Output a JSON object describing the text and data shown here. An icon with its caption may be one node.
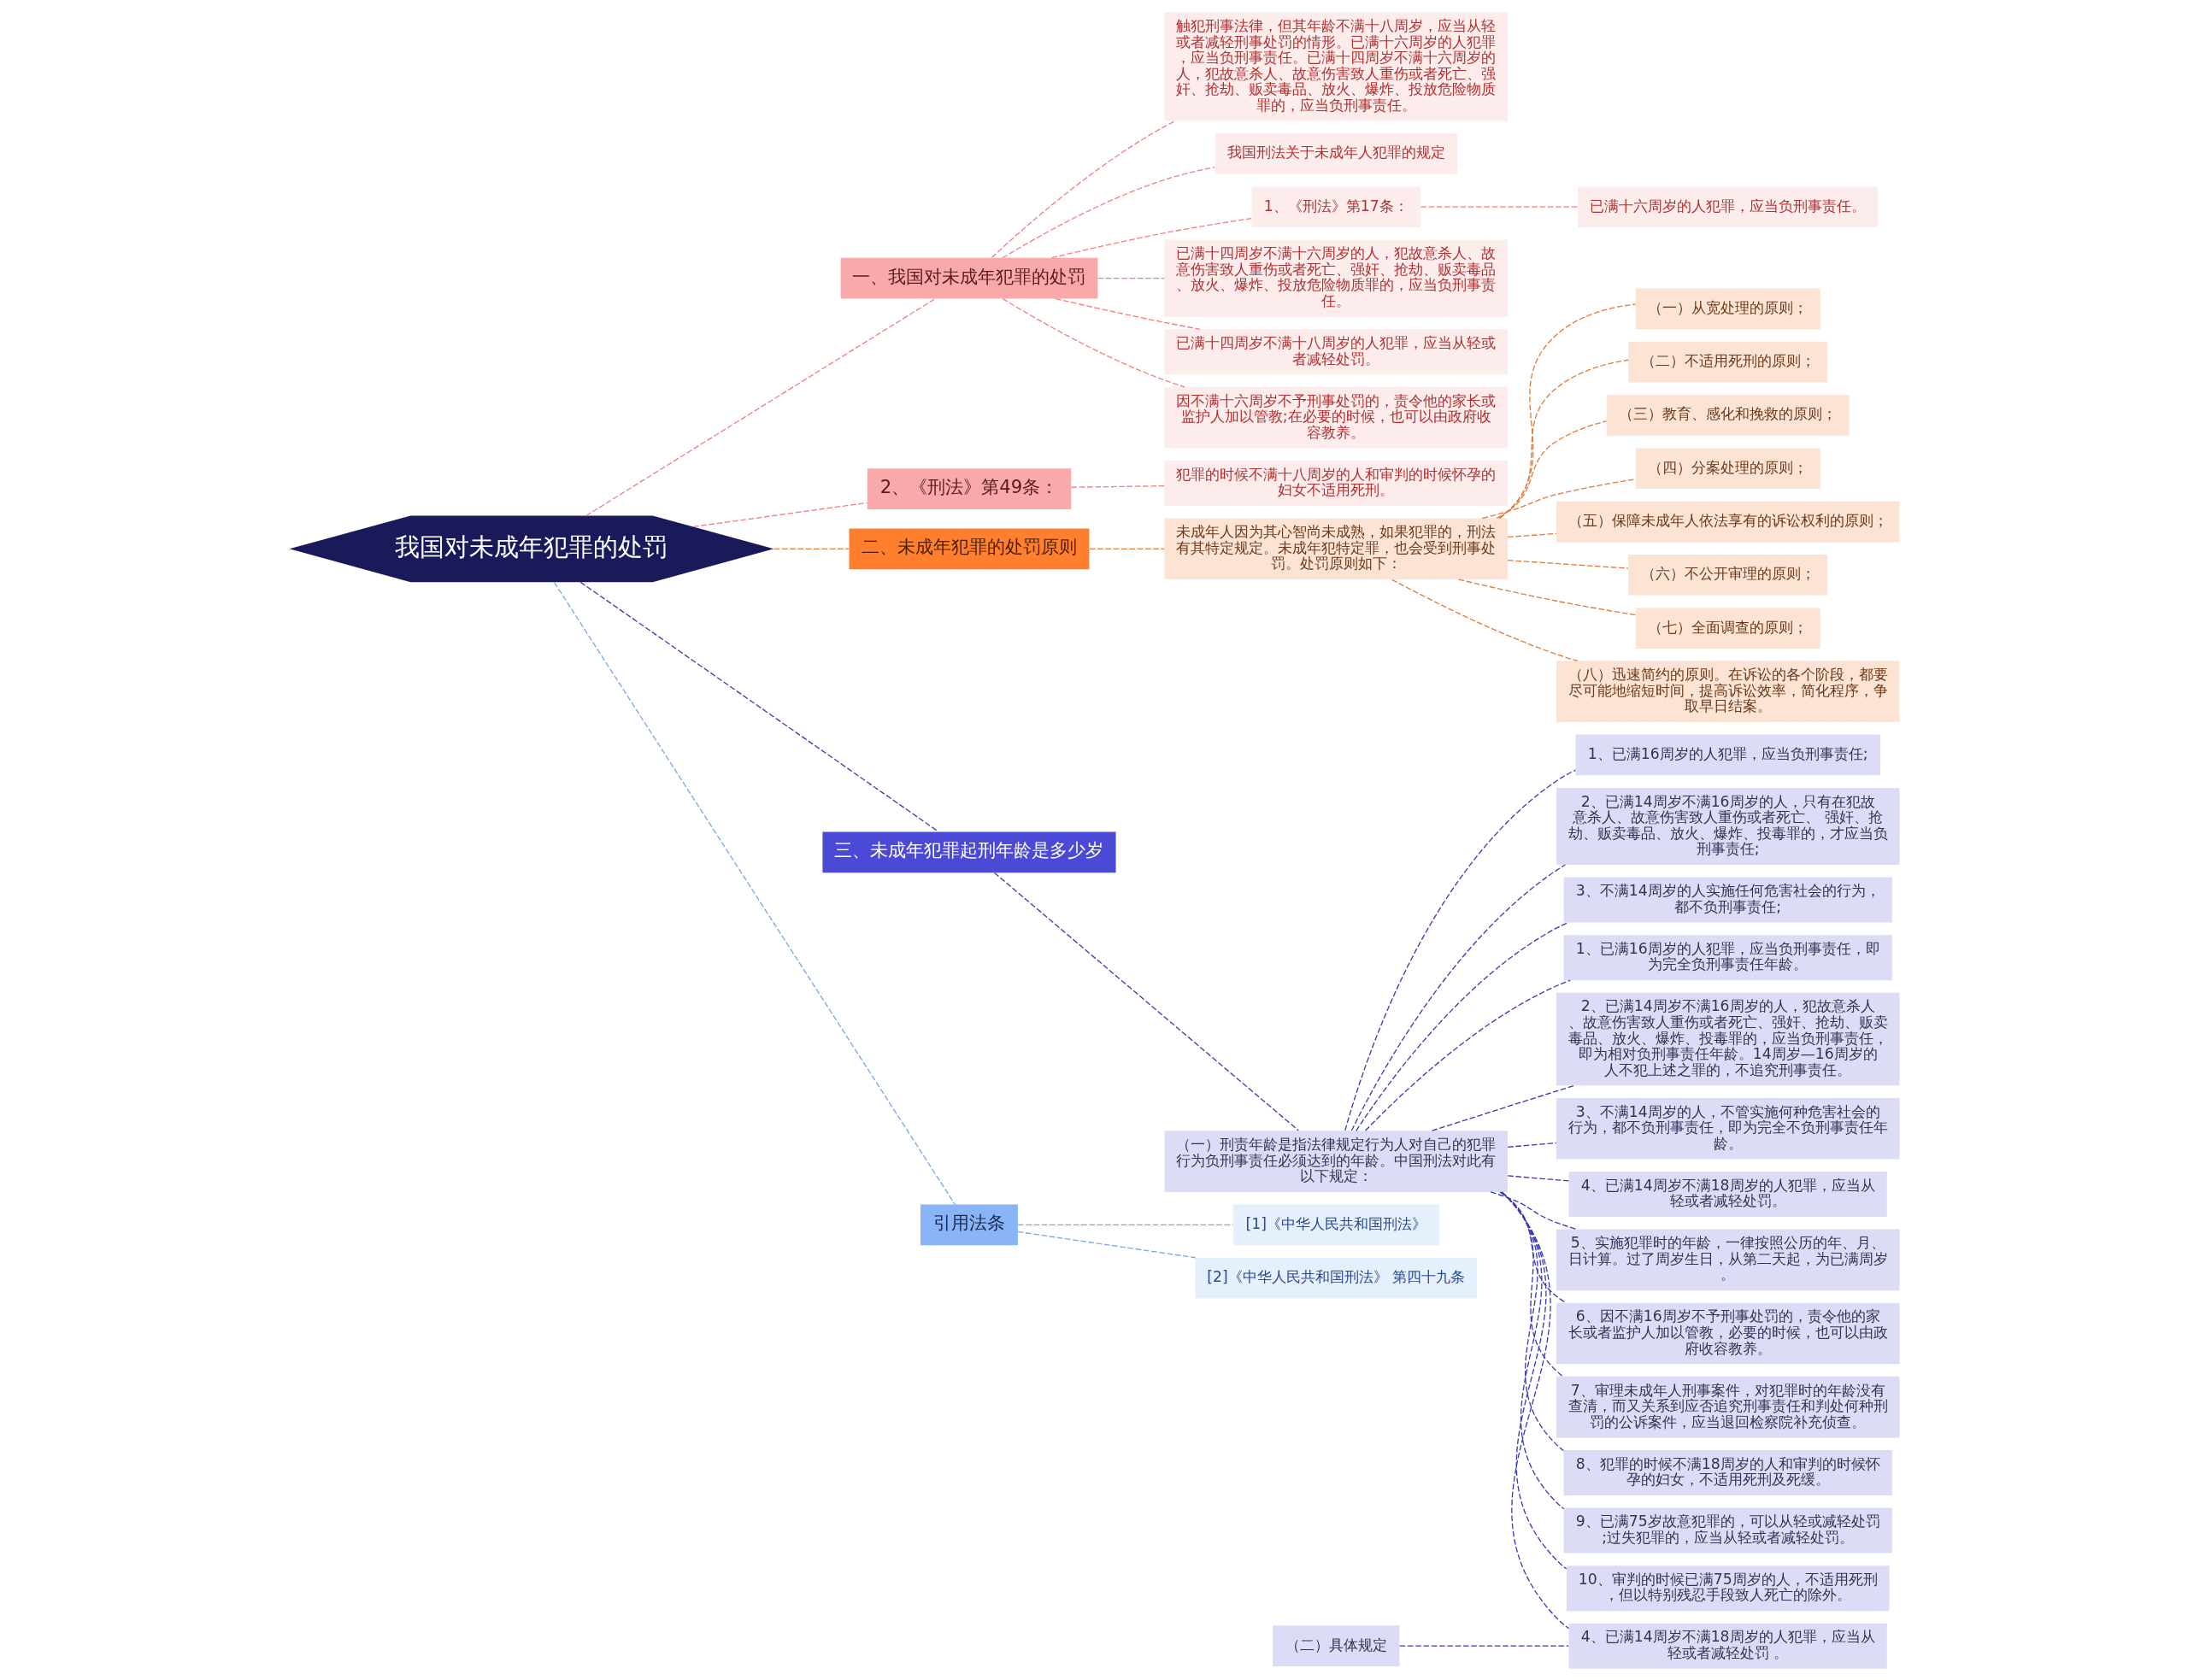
{
  "diagram": {
    "nodes": [
      {
        "text": [
          "我国对未成年犯罪的处罚"
        ]
      },
      {
        "text": [
          "一、我国对未成年犯罪的处罚"
        ]
      },
      {
        "text": [
          "触犯刑事法律，但其年龄不满十八周岁，应当从轻或者减轻刑事处罚的情形。已满十六周岁的人犯罪，应当负刑事责任。已满十四周岁不满十六周岁的人，犯故意杀人、故意伤害致人重伤或者死亡、强奸、抢劫、贩卖毒品、放火、爆炸、投放危险物质罪的，应当负刑事责任。"
        ]
      },
      {
        "text": [
          "我国刑法关于未成年人犯罪的规定"
        ]
      },
      {
        "text": [
          "1、《刑法》第17条："
        ]
      },
      {
        "text": [
          "已满十六周岁的人犯罪，应当负刑事责任。"
        ]
      },
      {
        "text": [
          "已满十四周岁不满十六周岁的人，犯故意杀人、故意伤害致人重伤或者死亡、强奸、抢劫、贩卖毒品、放火、爆炸、投放危险物质罪的，应当负刑事责任。"
        ]
      },
      {
        "text": [
          "已满十四周岁不满十八周岁的人犯罪，应当从轻或者减轻处罚。"
        ]
      },
      {
        "text": [
          "因不满十六周岁不予刑事处罚的，责令他的家长或监护人加以管教;在必要的时候，也可以由政府收容教养。"
        ]
      },
      {
        "text": [
          "2、《刑法》第49条："
        ]
      },
      {
        "text": [
          "犯罪的时候不满十八周岁的人和审判的时候怀孕的妇女不适用死刑。"
        ]
      },
      {
        "text": [
          "二、未成年犯罪的处罚原则"
        ]
      },
      {
        "text": [
          "未成年人因为其心智尚未成熟，如果犯罪的，刑法有其特定规定。未成年犯特定罪，也会受到刑事处罚。处罚原则如下："
        ]
      },
      {
        "text": [
          "（一）从宽处理的原则；"
        ]
      },
      {
        "text": [
          "（二）不适用死刑的原则；"
        ]
      },
      {
        "text": [
          "（三）教育、感化和挽救的原则；"
        ]
      },
      {
        "text": [
          "（四）分案处理的原则；"
        ]
      },
      {
        "text": [
          "（五）保障未成年人依法享有的诉讼权利的原则；"
        ]
      },
      {
        "text": [
          "（六）不公开审理的原则；"
        ]
      },
      {
        "text": [
          "（七）全面调查的原则；"
        ]
      },
      {
        "text": [
          "（八）迅速简约的原则。在诉讼的各个阶段，都要尽可能地缩短时间，提高诉讼效率，简化程序，争取早日结案。"
        ]
      },
      {
        "text": [
          "三、未成年犯罪起刑年龄是多少岁"
        ]
      },
      {
        "text": [
          "（一）刑责年龄是指法律规定行为人对自己的犯罪行为负刑事责任必须达到的年龄。中国刑法对此有以下规定："
        ]
      },
      {
        "text": [
          "（二）具体规定"
        ]
      },
      {
        "text": [
          "1、已满16周岁的人犯罪，应当负刑事责任;"
        ]
      },
      {
        "text": [
          "2、已满14周岁不满16周岁的人，只有在犯故意杀人、故意伤害致人重伤或者死亡、 强奸、抢劫、贩卖毒品、放火、爆炸、投毒罪的，才应当负刑事责任;"
        ]
      },
      {
        "text": [
          "3、不满14周岁的人实施任何危害社会的行为，都不负刑事责任;"
        ]
      },
      {
        "text": [
          "4、已满14周岁不满18周岁的人犯罪，应当从轻或者减轻处罚 。"
        ]
      },
      {
        "text": [
          "1、已满16周岁的人犯罪，应当负刑事责任，即为完全负刑事责任年龄。"
        ]
      },
      {
        "text": [
          "2、已满14周岁不满16周岁的人，犯故意杀人、故意伤害致人重伤或者死亡、强奸、抢劫、贩卖毒品、放火、爆炸、投毒罪的，应当负刑事责任，即为相对负刑事责任年龄。14周岁—16周岁的人不犯上述之罪的，不追究刑事责任。"
        ]
      },
      {
        "text": [
          "3、不满14周岁的人，不管实施何种危害社会的行为，都不负刑事责任，即为完全不负刑事责任年龄。"
        ]
      },
      {
        "text": [
          "4、已满14周岁不满18周岁的人犯罪，应当从轻或者减轻处罚。"
        ]
      },
      {
        "text": [
          "5、实施犯罪时的年龄，一律按照公历的年、月、日计算。过了周岁生日，从第二天起，为已满周岁。"
        ]
      },
      {
        "text": [
          "6、因不满16周岁不予刑事处罚的，责令他的家长或者监护人加以管教，必要的时候，也可以由政府收容教养。"
        ]
      },
      {
        "text": [
          "7、审理未成年人刑事案件，对犯罪时的年龄没有查清，而又关系到应否追究刑事责任和判处何种刑罚的公诉案件，应当退回检察院补充侦查。"
        ]
      },
      {
        "text": [
          "8、犯罪的时候不满18周岁的人和审判的时候怀孕的妇女，不适用死刑及死缓。"
        ]
      },
      {
        "text": [
          "9、已满75岁故意犯罪的，可以从轻或减轻处罚;过失犯罪的，应当从轻或者减轻处罚。"
        ]
      },
      {
        "text": [
          "10、审判的时候已满75周岁的人，不适用死刑，但以特别残忍手段致人死亡的除外。"
        ]
      },
      {
        "text": [
          "引用法条"
        ]
      },
      {
        "text": [
          "[1]《中华人民共和国刑法》"
        ]
      },
      {
        "text": [
          "[2]《中华人民共和国刑法》 第四十九条"
        ]
      }
    ],
    "edges": [
      {
        "from": 0,
        "to": 1,
        "arrow": "none",
        "style": "dashed",
        "color": "#f08080"
      },
      {
        "from": 1,
        "to": 2,
        "arrow": "none",
        "style": "dashed",
        "color": "#f08080"
      },
      {
        "from": 1,
        "to": 3,
        "arrow": "none",
        "style": "dashed",
        "color": "#f08080"
      },
      {
        "from": 1,
        "to": 4,
        "arrow": "none",
        "style": "dashed",
        "color": "#f08080"
      },
      {
        "from": 4,
        "to": 5,
        "arrow": "none",
        "style": "dashed",
        "color": "#f08080"
      },
      {
        "from": 1,
        "to": 6,
        "arrow": "none",
        "style": "dashed",
        "color": "#f08080"
      },
      {
        "from": 1,
        "to": 7,
        "arrow": "none",
        "style": "dashed",
        "color": "#f08080"
      },
      {
        "from": 1,
        "to": 8,
        "arrow": "none",
        "style": "dashed",
        "color": "#f08080"
      },
      {
        "from": 0,
        "to": 9,
        "arrow": "none",
        "style": "dashed",
        "color": "#f08080"
      },
      {
        "from": 9,
        "to": 10,
        "arrow": "none",
        "style": "dashed",
        "color": "#f08080"
      },
      {
        "from": 0,
        "to": 11,
        "arrow": "none",
        "style": "dashed",
        "color": "#e07b39"
      },
      {
        "from": 11,
        "to": 12,
        "arrow": "none",
        "style": "dashed",
        "color": "#e07b39"
      },
      {
        "from": 12,
        "to": 13,
        "arrow": "none",
        "style": "dashed",
        "color": "#e07b39"
      },
      {
        "from": 12,
        "to": 14,
        "arrow": "none",
        "style": "dashed",
        "color": "#e07b39"
      },
      {
        "from": 12,
        "to": 15,
        "arrow": "none",
        "style": "dashed",
        "color": "#e07b39"
      },
      {
        "from": 12,
        "to": 16,
        "arrow": "none",
        "style": "dashed",
        "color": "#e07b39"
      },
      {
        "from": 12,
        "to": 17,
        "arrow": "none",
        "style": "dashed",
        "color": "#e07b39"
      },
      {
        "from": 12,
        "to": 18,
        "arrow": "none",
        "style": "dashed",
        "color": "#e07b39"
      },
      {
        "from": 12,
        "to": 19,
        "arrow": "none",
        "style": "dashed",
        "color": "#e07b39"
      },
      {
        "from": 12,
        "to": 20,
        "arrow": "none",
        "style": "dashed",
        "color": "#e07b39"
      },
      {
        "from": 0,
        "to": 21,
        "arrow": "none",
        "style": "dashed"
      },
      {
        "from": 21,
        "to": 22,
        "arrow": "none",
        "style": "dashed"
      },
      {
        "from": 22,
        "to": 24,
        "arrow": "none",
        "style": "dashed"
      },
      {
        "from": 22,
        "to": 25,
        "arrow": "none",
        "style": "dashed"
      },
      {
        "from": 22,
        "to": 26,
        "arrow": "none",
        "style": "dashed"
      },
      {
        "from": 22,
        "to": 27,
        "arrow": "none",
        "style": "dashed"
      },
      {
        "from": 23,
        "to": 27,
        "arrow": "none",
        "style": "dashed"
      },
      {
        "from": 22,
        "to": 28,
        "arrow": "none",
        "style": "dashed"
      },
      {
        "from": 22,
        "to": 29,
        "arrow": "none",
        "style": "dashed"
      },
      {
        "from": 22,
        "to": 30,
        "arrow": "none",
        "style": "dashed"
      },
      {
        "from": 22,
        "to": 31,
        "arrow": "none",
        "style": "dashed"
      },
      {
        "from": 22,
        "to": 32,
        "arrow": "none",
        "style": "dashed"
      },
      {
        "from": 22,
        "to": 33,
        "arrow": "none",
        "style": "dashed"
      },
      {
        "from": 22,
        "to": 34,
        "arrow": "none",
        "style": "dashed"
      },
      {
        "from": 22,
        "to": 35,
        "arrow": "none",
        "style": "dashed"
      },
      {
        "from": 22,
        "to": 36,
        "arrow": "none",
        "style": "dashed"
      },
      {
        "from": 22,
        "to": 37,
        "arrow": "none",
        "style": "dashed"
      },
      {
        "from": 0,
        "to": 38,
        "arrow": "none",
        "style": "dashed",
        "color": "#7aa6e8"
      },
      {
        "from": 38,
        "to": 39,
        "arrow": "none",
        "style": "dashed",
        "color": "#7aa6e8"
      },
      {
        "from": 38,
        "to": 40,
        "arrow": "none",
        "style": "dashed",
        "color": "#7aa6e8"
      }
    ]
  }
}
